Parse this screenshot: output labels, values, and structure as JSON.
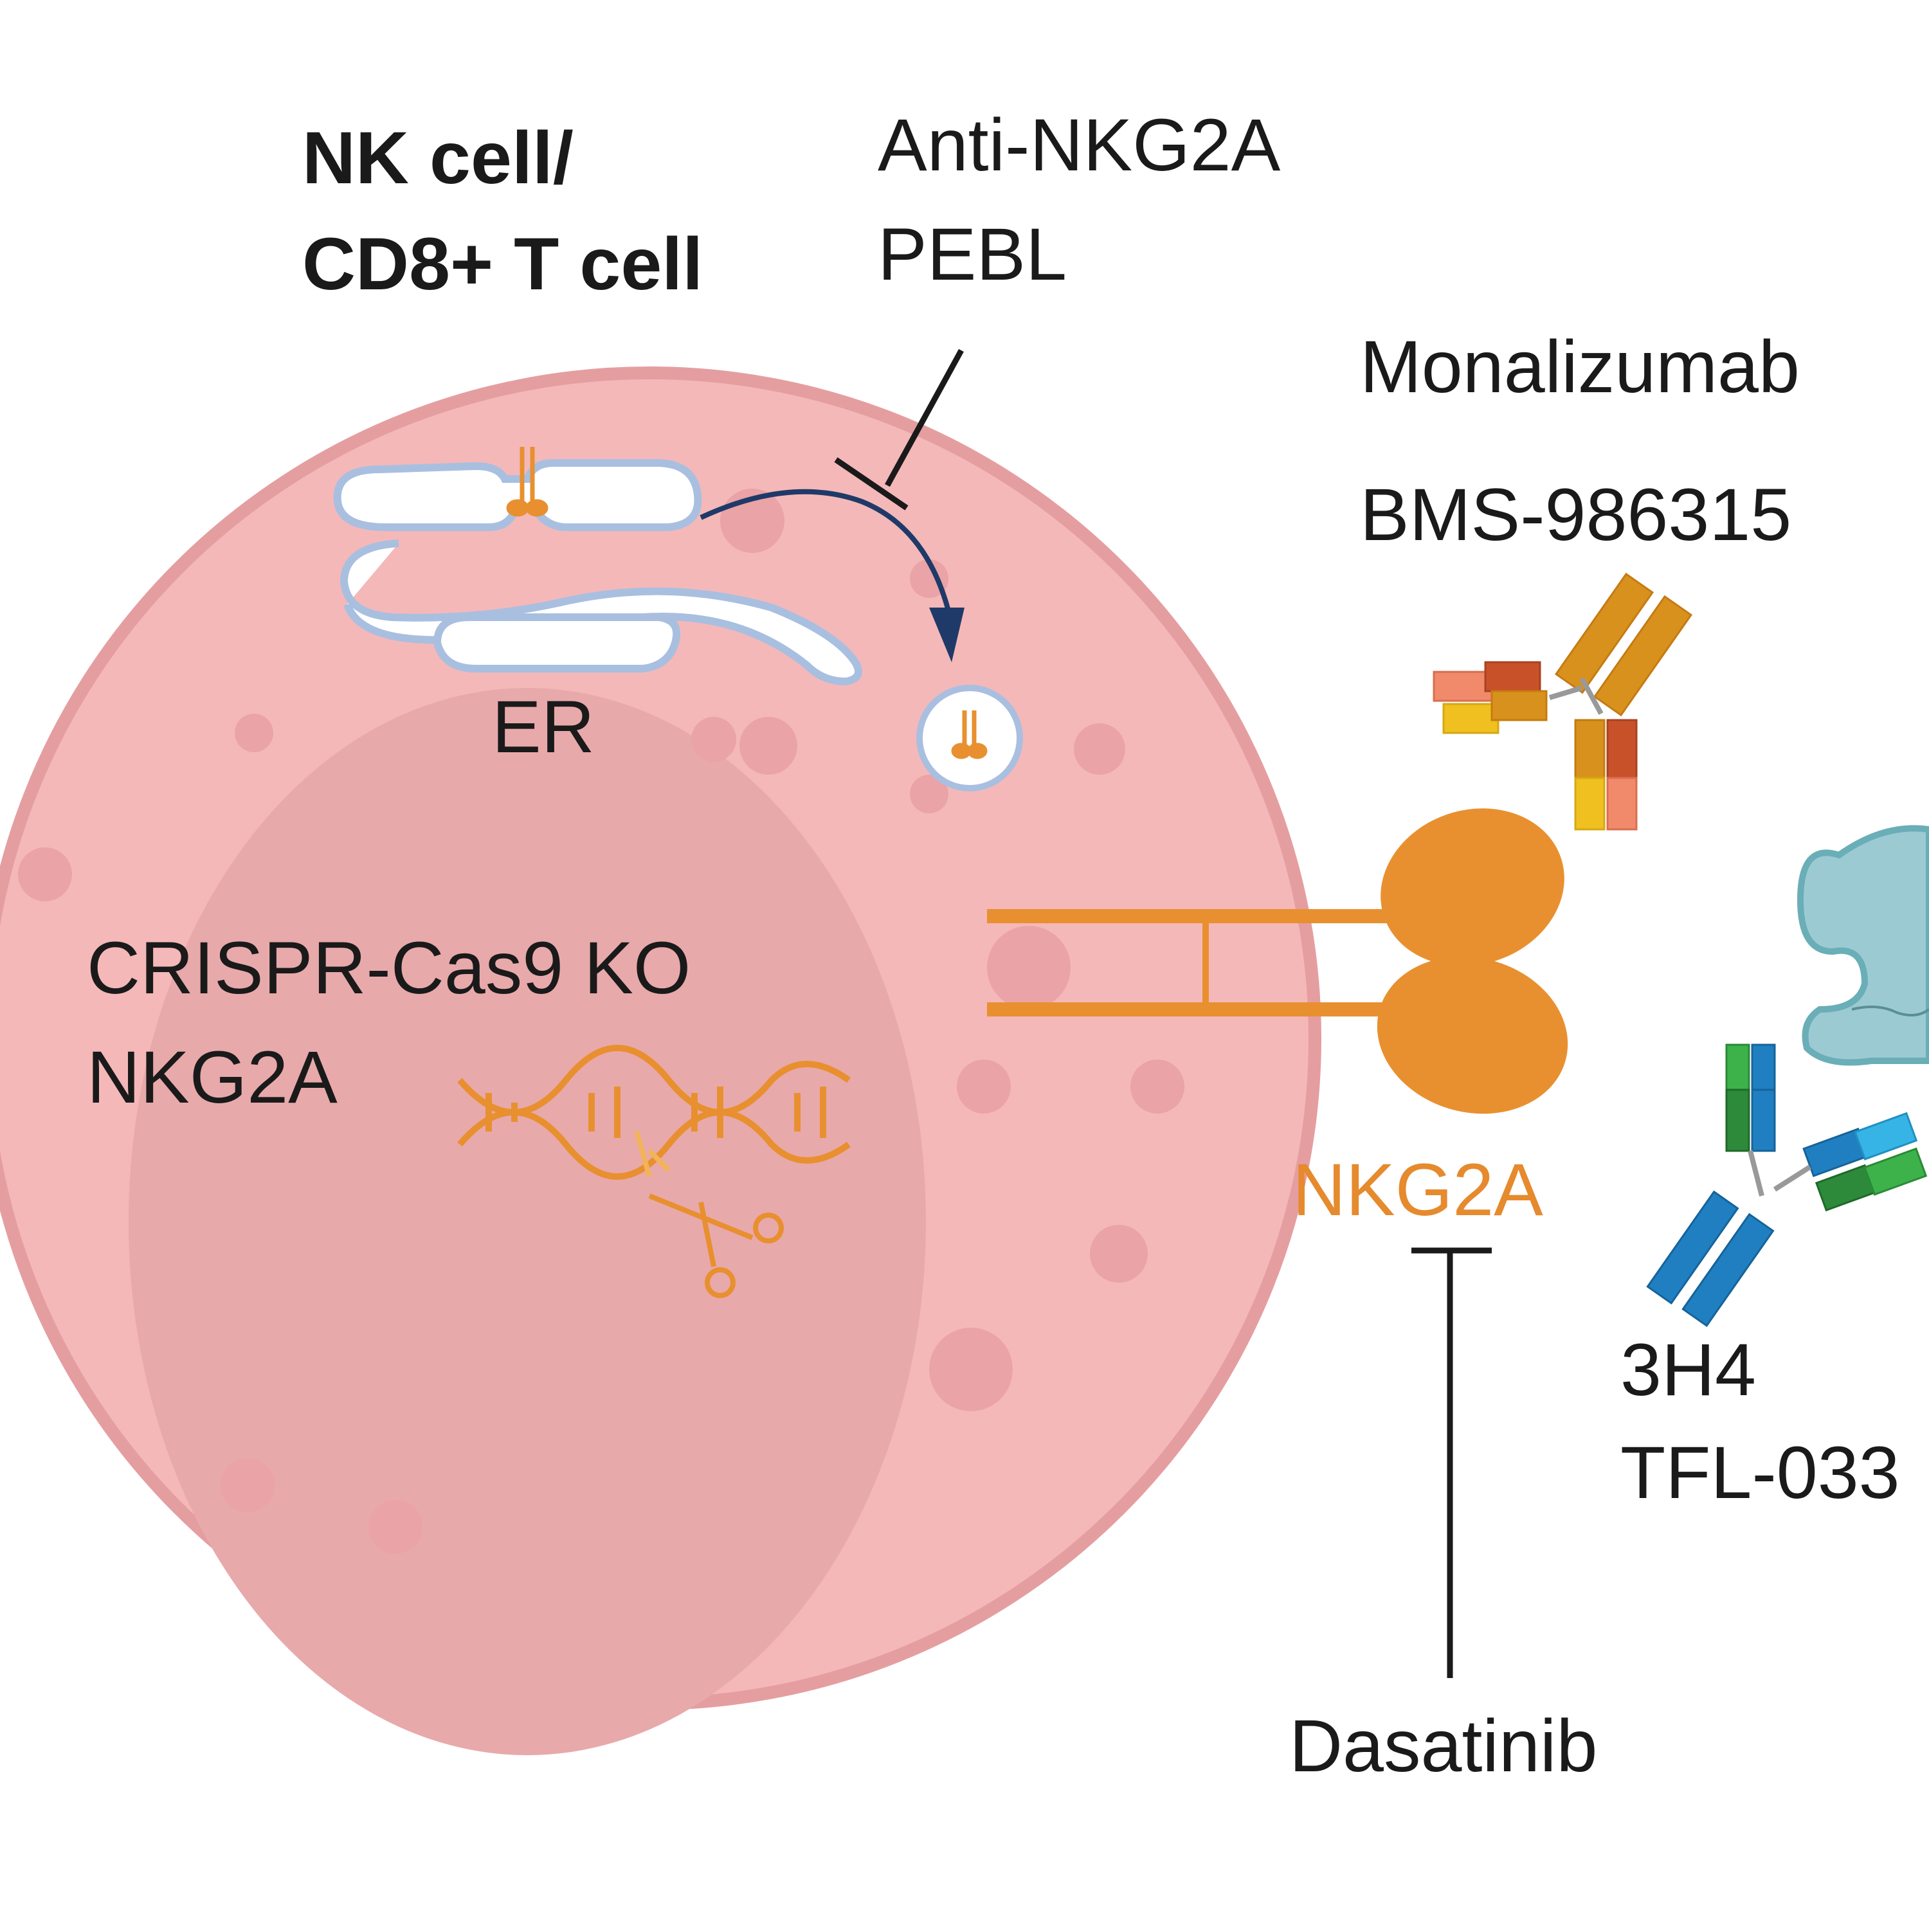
{
  "cell": {
    "title_line1": "NK cell/",
    "title_line2": "CD8+ T cell",
    "er_label": "ER",
    "ko_line1": "CRISPR-Cas9 KO",
    "ko_line2": "NKG2A"
  },
  "inhibitors": {
    "pebl_line1": "Anti-NKG2A",
    "pebl_line2": "PEBL",
    "mab_line1": "Monalizumab",
    "mab_line2": "BMS-986315",
    "antibody2_line1": "3H4",
    "antibody2_line2": "TFL-033",
    "drug": "Dasatinib"
  },
  "receptor": {
    "label": "NKG2A"
  },
  "colors": {
    "cell_fill": "#f4b8b9",
    "cell_stroke": "#e59ea0",
    "nucleus": "#e8a9ab",
    "receptor_orange": "#e8902f",
    "text_orange": "#e68a2e",
    "arrow_navy": "#1f3a68",
    "er_outline": "#a9bfe0",
    "antibody_teal": "#9ccad3"
  }
}
